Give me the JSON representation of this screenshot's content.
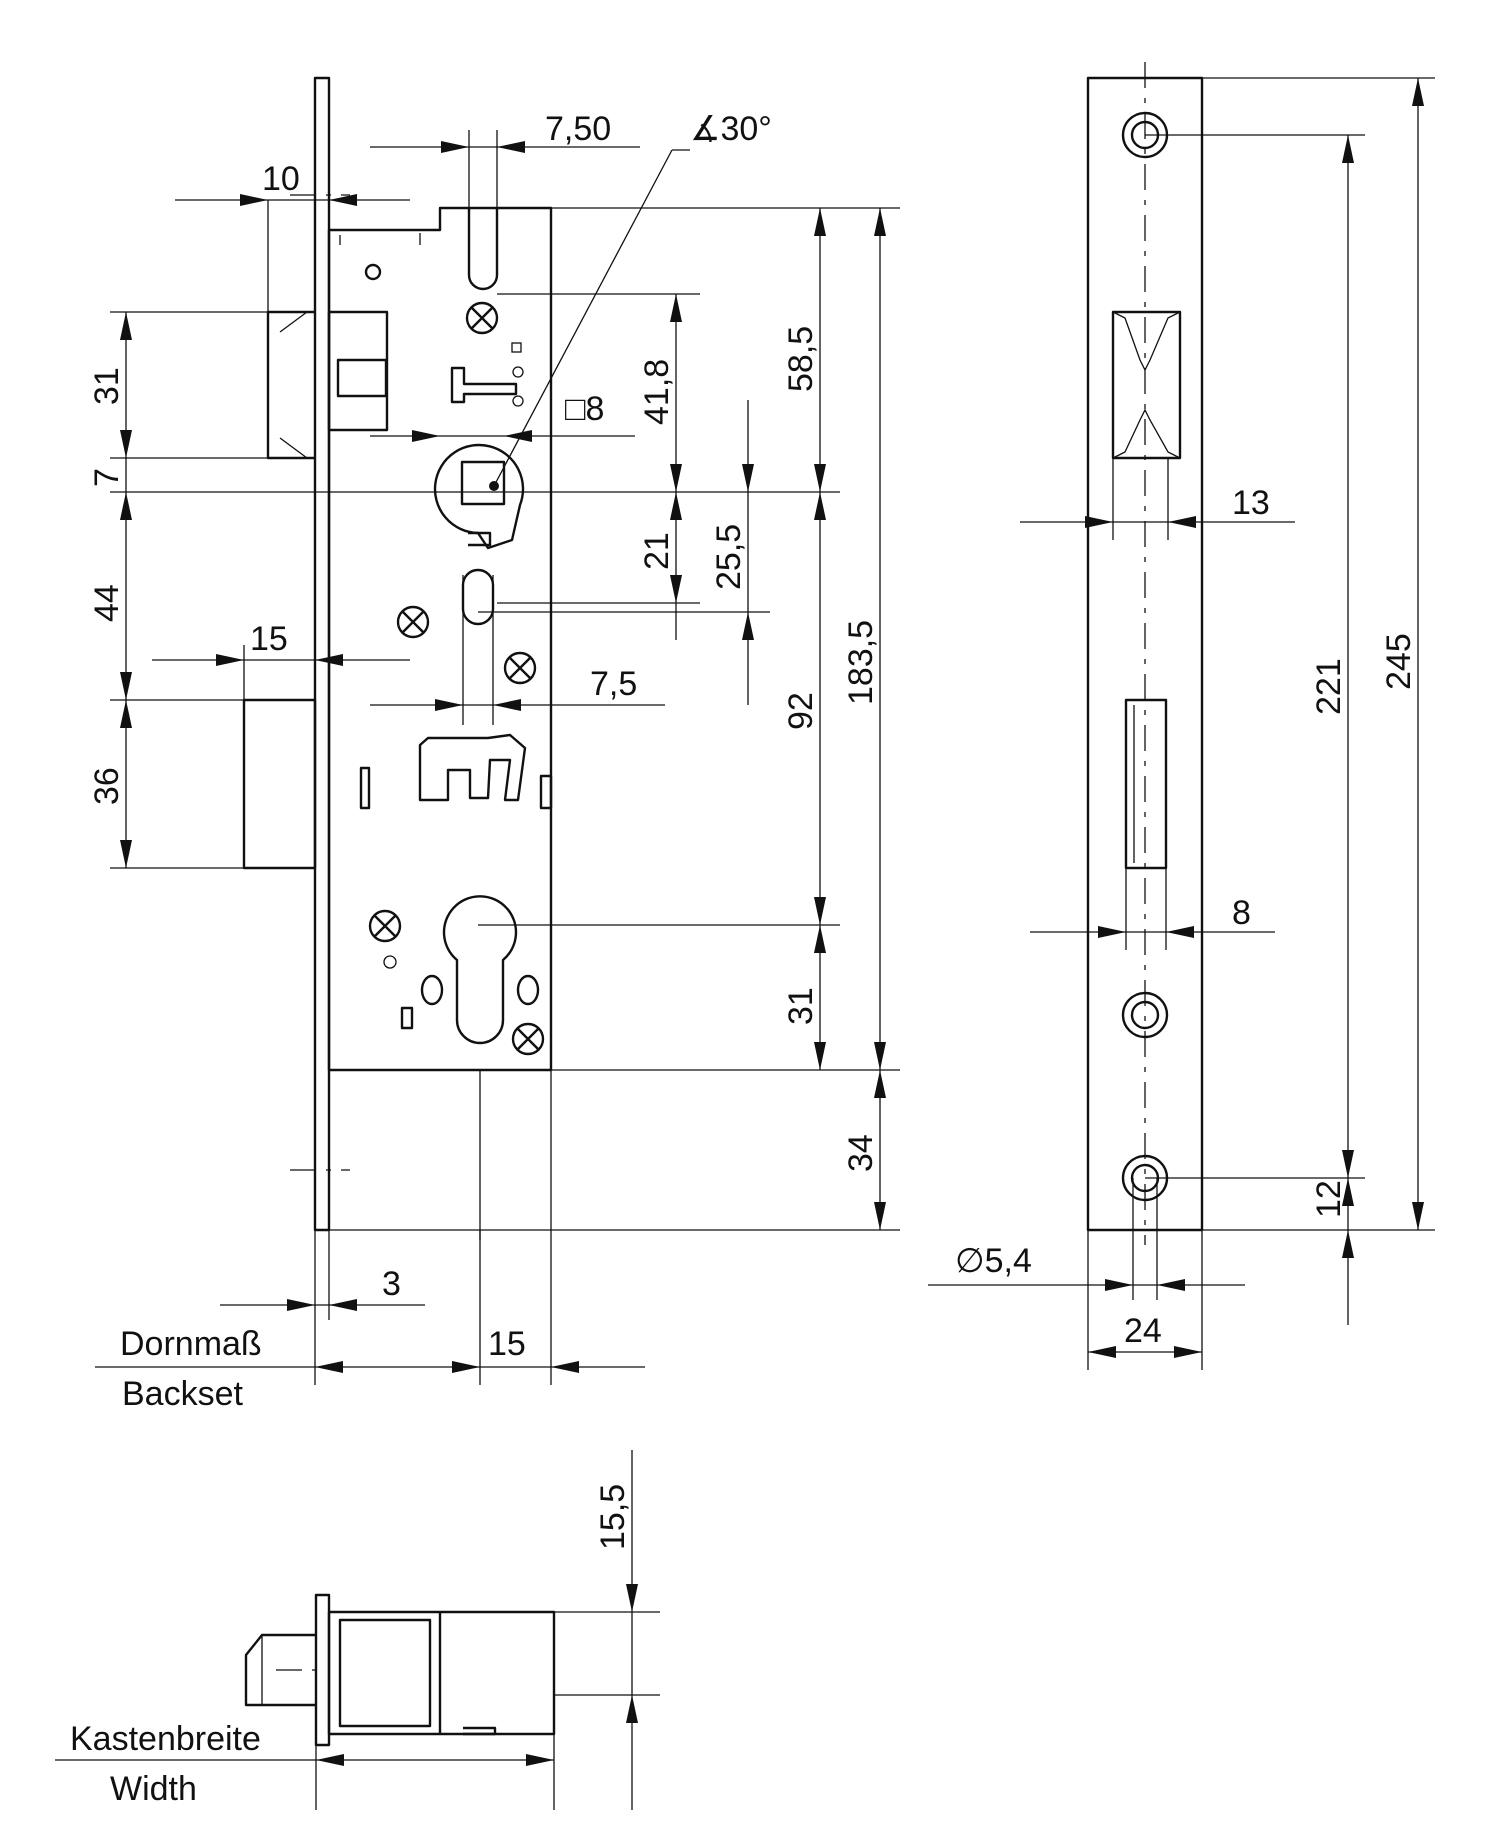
{
  "colors": {
    "line": "#111111",
    "background": "#ffffff"
  },
  "labels": {
    "backset_de": "Dornmaß",
    "backset_en": "Backset",
    "case_width_de": "Kastenbreite",
    "case_width_en": "Width"
  },
  "dimensions": {
    "d_10": "10",
    "d_7_50": "7,50",
    "d_angle_30": "∡30°",
    "d_31_latch": "31",
    "d_7": "7",
    "d_44": "44",
    "d_15_bolt": "15",
    "d_36": "36",
    "d_41_8": "41,8",
    "d_sq8": "□8",
    "d_58_5": "58,5",
    "d_21": "21",
    "d_25_5": "25,5",
    "d_7_5": "7,5",
    "d_183_5": "183,5",
    "d_92": "92",
    "d_31_cyl": "31",
    "d_34": "34",
    "d_3": "3",
    "d_15_backset": "15",
    "d_13": "13",
    "d_8": "8",
    "d_221": "221",
    "d_245": "245",
    "d_12": "12",
    "d_dia_5_4": "∅5,4",
    "d_24": "24",
    "d_15_5": "15,5"
  }
}
